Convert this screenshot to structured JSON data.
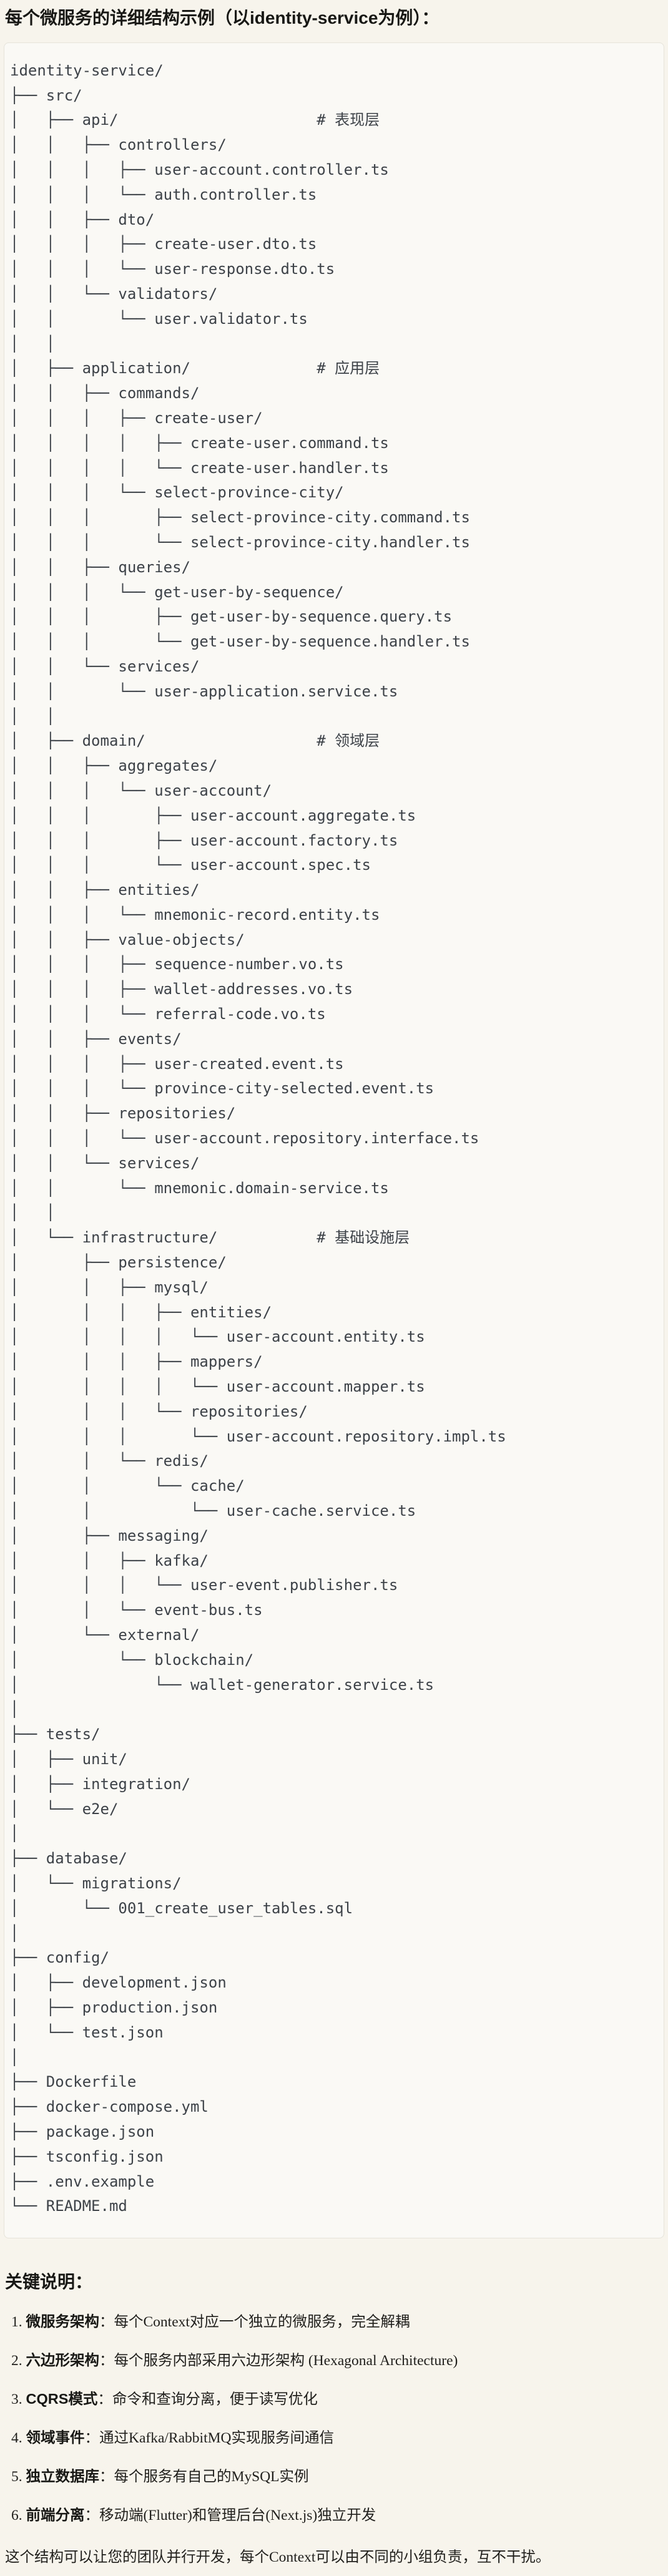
{
  "page": {
    "title": "每个微服务的详细结构示例（以identity-service为例）："
  },
  "colors": {
    "page_background": "#f7f4ec",
    "code_block_background": "#faf9f5",
    "code_block_border": "#e6e3da",
    "tree_text": "#3d4248",
    "heading_text": "#181815",
    "body_text": "#21201d"
  },
  "tree": {
    "lines": [
      "identity-service/",
      "├── src/",
      "│   ├── api/                      # 表现层",
      "│   │   ├── controllers/",
      "│   │   │   ├── user-account.controller.ts",
      "│   │   │   └── auth.controller.ts",
      "│   │   ├── dto/",
      "│   │   │   ├── create-user.dto.ts",
      "│   │   │   └── user-response.dto.ts",
      "│   │   └── validators/",
      "│   │       └── user.validator.ts",
      "│   │",
      "│   ├── application/              # 应用层",
      "│   │   ├── commands/",
      "│   │   │   ├── create-user/",
      "│   │   │   │   ├── create-user.command.ts",
      "│   │   │   │   └── create-user.handler.ts",
      "│   │   │   └── select-province-city/",
      "│   │   │       ├── select-province-city.command.ts",
      "│   │   │       └── select-province-city.handler.ts",
      "│   │   ├── queries/",
      "│   │   │   └── get-user-by-sequence/",
      "│   │   │       ├── get-user-by-sequence.query.ts",
      "│   │   │       └── get-user-by-sequence.handler.ts",
      "│   │   └── services/",
      "│   │       └── user-application.service.ts",
      "│   │",
      "│   ├── domain/                   # 领域层",
      "│   │   ├── aggregates/",
      "│   │   │   └── user-account/",
      "│   │   │       ├── user-account.aggregate.ts",
      "│   │   │       ├── user-account.factory.ts",
      "│   │   │       └── user-account.spec.ts",
      "│   │   ├── entities/",
      "│   │   │   └── mnemonic-record.entity.ts",
      "│   │   ├── value-objects/",
      "│   │   │   ├── sequence-number.vo.ts",
      "│   │   │   ├── wallet-addresses.vo.ts",
      "│   │   │   └── referral-code.vo.ts",
      "│   │   ├── events/",
      "│   │   │   ├── user-created.event.ts",
      "│   │   │   └── province-city-selected.event.ts",
      "│   │   ├── repositories/",
      "│   │   │   └── user-account.repository.interface.ts",
      "│   │   └── services/",
      "│   │       └── mnemonic.domain-service.ts",
      "│   │",
      "│   └── infrastructure/           # 基础设施层",
      "│       ├── persistence/",
      "│       │   ├── mysql/",
      "│       │   │   ├── entities/",
      "│       │   │   │   └── user-account.entity.ts",
      "│       │   │   ├── mappers/",
      "│       │   │   │   └── user-account.mapper.ts",
      "│       │   │   └── repositories/",
      "│       │   │       └── user-account.repository.impl.ts",
      "│       │   └── redis/",
      "│       │       └── cache/",
      "│       │           └── user-cache.service.ts",
      "│       ├── messaging/",
      "│       │   ├── kafka/",
      "│       │   │   └── user-event.publisher.ts",
      "│       │   └── event-bus.ts",
      "│       └── external/",
      "│           └── blockchain/",
      "│               └── wallet-generator.service.ts",
      "│",
      "├── tests/",
      "│   ├── unit/",
      "│   ├── integration/",
      "│   └── e2e/",
      "│",
      "├── database/",
      "│   └── migrations/",
      "│       └── 001_create_user_tables.sql",
      "│",
      "├── config/",
      "│   ├── development.json",
      "│   ├── production.json",
      "│   └── test.json",
      "│",
      "├── Dockerfile",
      "├── docker-compose.yml",
      "├── package.json",
      "├── tsconfig.json",
      "├── .env.example",
      "└── README.md"
    ]
  },
  "notes": {
    "heading": "关键说明：",
    "items": [
      {
        "num": "1. ",
        "label": "微服务架构",
        "text": "：每个Context对应一个独立的微服务，完全解耦"
      },
      {
        "num": "2. ",
        "label": "六边形架构",
        "text": "：每个服务内部采用六边形架构 (Hexagonal Architecture)"
      },
      {
        "num": "3. ",
        "label": "CQRS模式",
        "text": "：命令和查询分离，便于读写优化"
      },
      {
        "num": "4. ",
        "label": "领域事件",
        "text": "：通过Kafka/RabbitMQ实现服务间通信"
      },
      {
        "num": "5. ",
        "label": "独立数据库",
        "text": "：每个服务有自己的MySQL实例"
      },
      {
        "num": "6. ",
        "label": "前端分离",
        "text": "：移动端(Flutter)和管理后台(Next.js)独立开发"
      }
    ],
    "footer": "这个结构可以让您的团队并行开发，每个Context可以由不同的小组负责，互不干扰。"
  }
}
